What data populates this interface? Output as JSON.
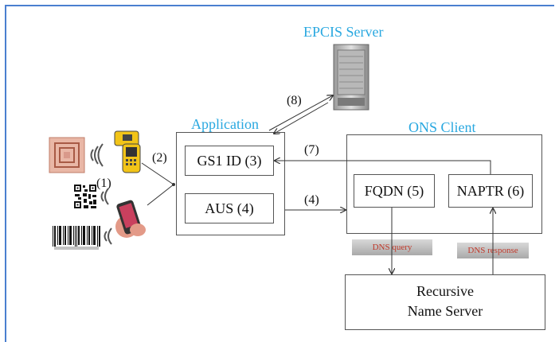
{
  "diagram": {
    "epcis_label": "EPCIS Server",
    "application_label": "Application",
    "ons_client_label": "ONS Client",
    "gs1_id": "GS1 ID (3)",
    "aus": "AUS (4)",
    "fqdn": "FQDN (5)",
    "naptr": "NAPTR (6)",
    "recursive_line1": "Recursive",
    "recursive_line2": "Name Server",
    "dns_query": "DNS query",
    "dns_response": "DNS response",
    "steps": {
      "s1": "(1)",
      "s2": "(2)",
      "s4": "(4)",
      "s7": "(7)",
      "s8": "(8)"
    }
  },
  "colors": {
    "accent_blue": "#29a8e0",
    "frame_blue": "#4a7fd0",
    "tag_red": "#c0392b"
  },
  "icons": [
    "rfid-tag-icon",
    "handheld-reader-icon",
    "qr-code-icon",
    "smartphone-icon",
    "barcode-icon",
    "server-icon",
    "wireless-signal-icon"
  ]
}
